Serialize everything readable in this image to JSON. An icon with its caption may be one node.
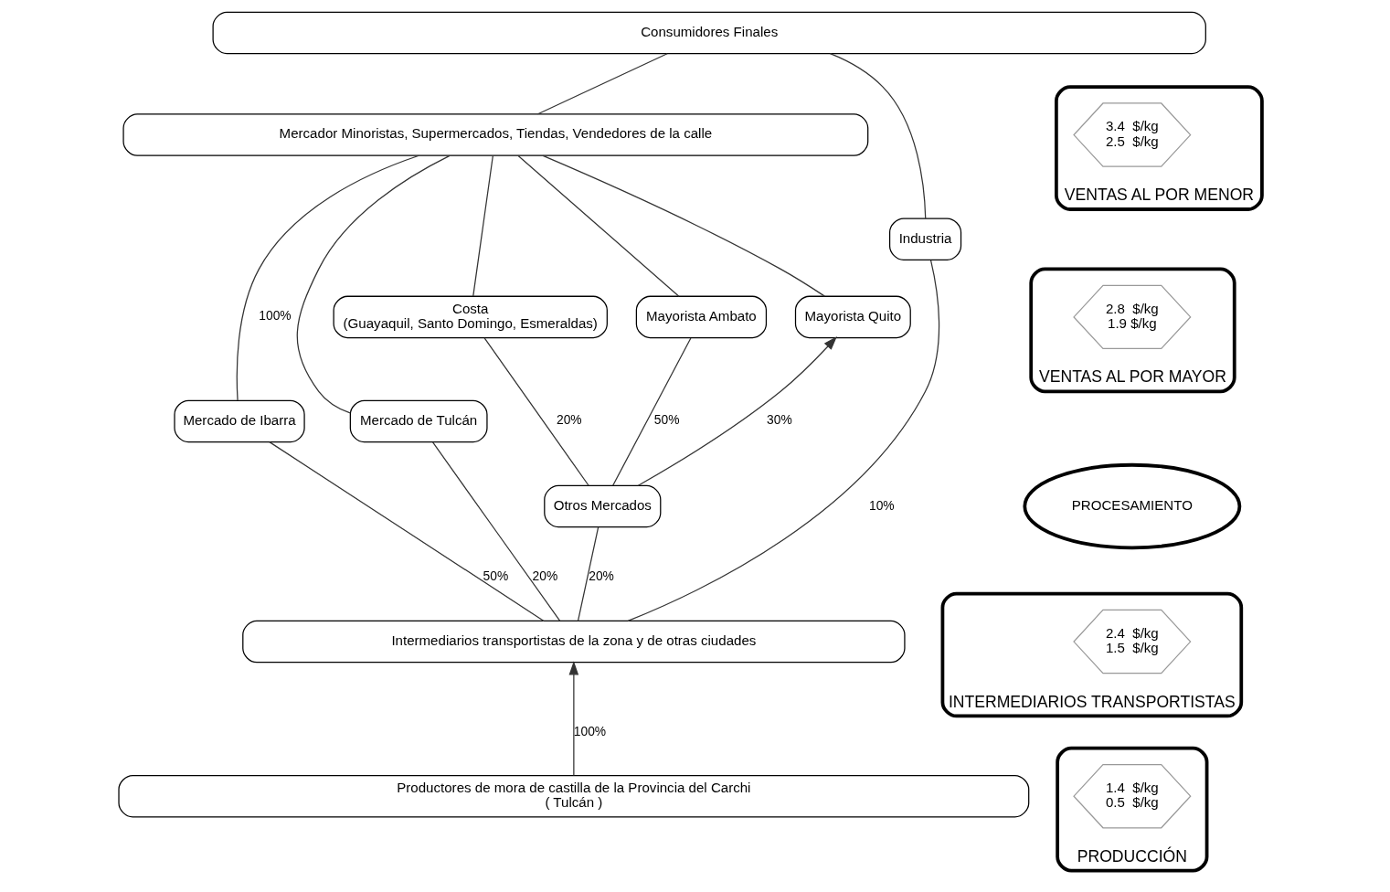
{
  "diagram": {
    "nodes": [
      {
        "text": [
          "Consumidores Finales"
        ]
      },
      {
        "text": [
          "Mercador Minoristas, Supermercados, Tiendas, Vendedores de la calle"
        ]
      },
      {
        "text": [
          "Costa",
          "(Guayaquil, Santo Domingo, Esmeraldas)"
        ]
      },
      {
        "text": [
          "Mayorista Ambato"
        ]
      },
      {
        "text": [
          "Mayorista Quito"
        ]
      },
      {
        "text": [
          "Mercado de Ibarra"
        ]
      },
      {
        "text": [
          "Mercado de Tulcán"
        ]
      },
      {
        "text": [
          "Otros Mercados"
        ]
      },
      {
        "text": [
          "Industria"
        ]
      },
      {
        "text": [
          "Intermediarios transportistas de la zona y de otras ciudades"
        ]
      },
      {
        "text": [
          "Productores de mora de castilla de la Provincia del Carchi",
          "( Tulcán )"
        ]
      },
      {
        "text": [
          "VENTAS AL POR MENOR"
        ]
      },
      {
        "text": [
          "3.4  $/kg",
          "2.5  $/kg"
        ],
        "in": 11
      },
      {
        "text": [
          "VENTAS AL POR MAYOR"
        ]
      },
      {
        "text": [
          "2.8  $/kg",
          "1.9 $/kg"
        ],
        "in": 13
      },
      {
        "text": [
          "PROCESAMIENTO"
        ]
      },
      {
        "text": [
          "INTERMEDIARIOS TRANSPORTISTAS"
        ]
      },
      {
        "text": [
          "2.4  $/kg",
          "1.5  $/kg"
        ],
        "in": 16
      },
      {
        "text": [
          "PRODUCCIÓN"
        ]
      },
      {
        "text": [
          "1.4  $/kg",
          "0.5  $/kg"
        ],
        "in": 18
      }
    ],
    "edges": [
      {
        "from": 10,
        "to": 9,
        "arrow": "to",
        "label": "100%"
      },
      {
        "from": 9,
        "to": 5,
        "arrow": "none",
        "label": "50%"
      },
      {
        "from": 9,
        "to": 6,
        "arrow": "none",
        "label": "20%"
      },
      {
        "from": 9,
        "to": 7,
        "arrow": "none",
        "label": "20%"
      },
      {
        "from": 9,
        "to": 8,
        "arrow": "none",
        "label": "10%"
      },
      {
        "from": 5,
        "to": 1,
        "arrow": "none",
        "label": "100%"
      },
      {
        "from": 6,
        "to": 1,
        "arrow": "none"
      },
      {
        "from": 7,
        "to": 2,
        "arrow": "none",
        "label": "20%"
      },
      {
        "from": 7,
        "to": 3,
        "arrow": "none",
        "label": "50%"
      },
      {
        "from": 7,
        "to": 4,
        "arrow": "to",
        "label": "30%"
      },
      {
        "from": 2,
        "to": 1,
        "arrow": "none"
      },
      {
        "from": 3,
        "to": 1,
        "arrow": "none"
      },
      {
        "from": 4,
        "to": 1,
        "arrow": "none"
      },
      {
        "from": 1,
        "to": 0,
        "arrow": "none"
      },
      {
        "from": 8,
        "to": 0,
        "arrow": "none"
      }
    ]
  }
}
